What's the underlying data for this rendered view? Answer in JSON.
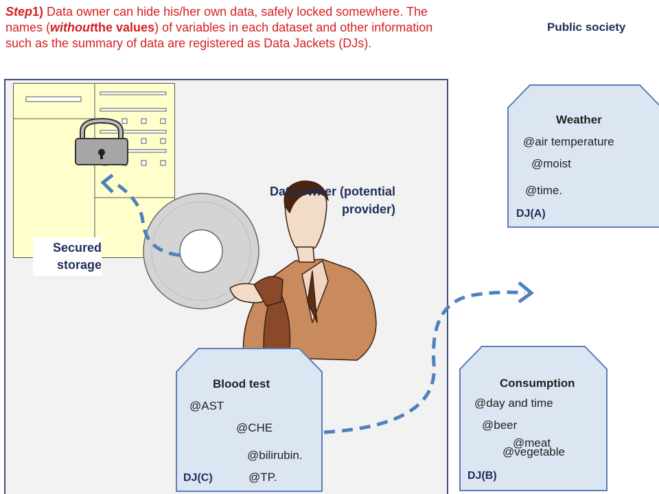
{
  "step": {
    "step_label": "Step",
    "step_number": "1)",
    "intro": " Data owner can hide his/her own data, safely locked somewhere. The names (",
    "without": "without",
    "the_values": "the values",
    "rest": ") of variables in each dataset and other information such as the summary of data are registered as Data Jackets (DJs)."
  },
  "public_label": "Public society",
  "storage_label": {
    "line1": "Secured",
    "line2": "storage"
  },
  "owner_label": {
    "line1": "Data  owner (potential",
    "line2": "provider)"
  },
  "data_jackets": [
    {
      "id": "DJ(A)",
      "title": "Weather",
      "variables": [
        "@air temperature",
        "@moist",
        "@time."
      ]
    },
    {
      "id": "DJ(B)",
      "title": "Consumption",
      "variables": [
        "@day and time",
        "@beer",
        "@meat",
        "@vegetable"
      ]
    },
    {
      "id": "DJ(C)",
      "title": "Blood test",
      "variables": [
        "@AST",
        "@CHE",
        "@bilirubin.",
        "@TP."
      ]
    }
  ],
  "colors": {
    "step_text": "#d42020",
    "jacket_fill": "#dce6f2",
    "jacket_stroke": "#5a7db5",
    "arrow": "#4f81bd",
    "storage_fill": "#ffffcc"
  }
}
